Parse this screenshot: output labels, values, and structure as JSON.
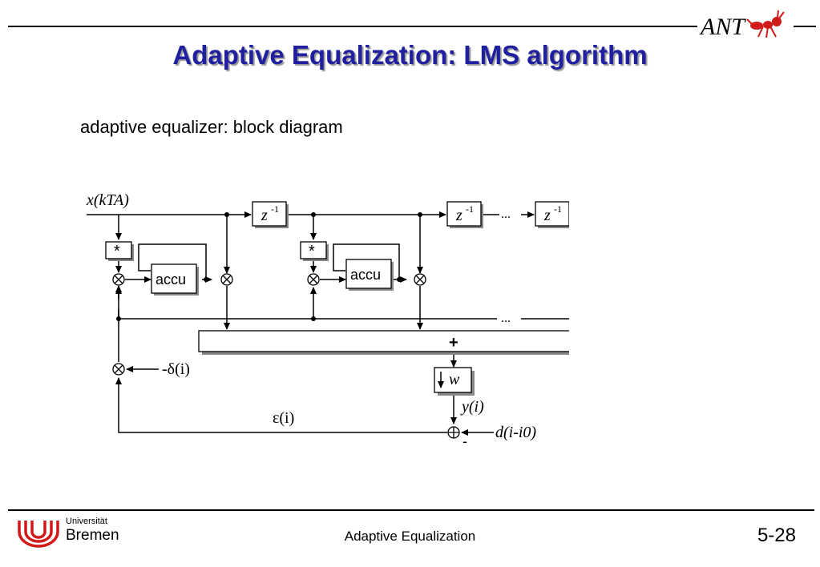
{
  "header": {
    "title": "Adaptive Equalization: LMS algorithm",
    "logo_text": "ANT"
  },
  "content": {
    "subtitle": "adaptive equalizer: block diagram"
  },
  "diagram": {
    "input_label": "x(kTA)",
    "delay_label": "z",
    "delay_exp": "-1",
    "conj_label": "*",
    "accu_label": "accu",
    "sum_label": "+",
    "ellipsis": "...",
    "step_label": "-δ(i)",
    "error_label": "ε(i)",
    "w_label": "w",
    "output_label": "y(i)",
    "desired_label": "d(i-i0)",
    "minus_label": "-"
  },
  "footer": {
    "university_line1": "Universität",
    "university_line2": "Bremen",
    "title": "Adaptive Equalization",
    "page": "5-28"
  },
  "colors": {
    "title": "#1f1fa0",
    "logo_red": "#d11a1a"
  }
}
